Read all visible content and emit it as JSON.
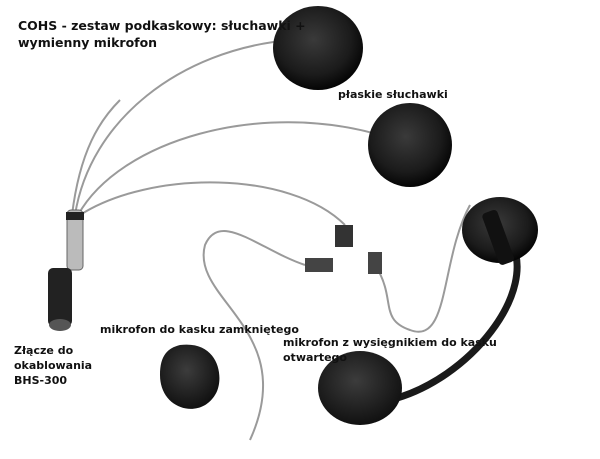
{
  "title_line1": "COHS - zestaw podkaskowy: słuchawki +",
  "title_line2": "wymienny mikrofon",
  "labels": {
    "flat_speakers": "płaskie słuchawki",
    "mic_closed": "mikrofon do kasku zamkniętego",
    "mic_boom_line1": "mikrofon z wysięgnikiem do kasku",
    "mic_boom_line2": "otwartego",
    "connector_line1": "Złącze do",
    "connector_line2": "okablowania",
    "connector_line3": "BHS-300"
  }
}
